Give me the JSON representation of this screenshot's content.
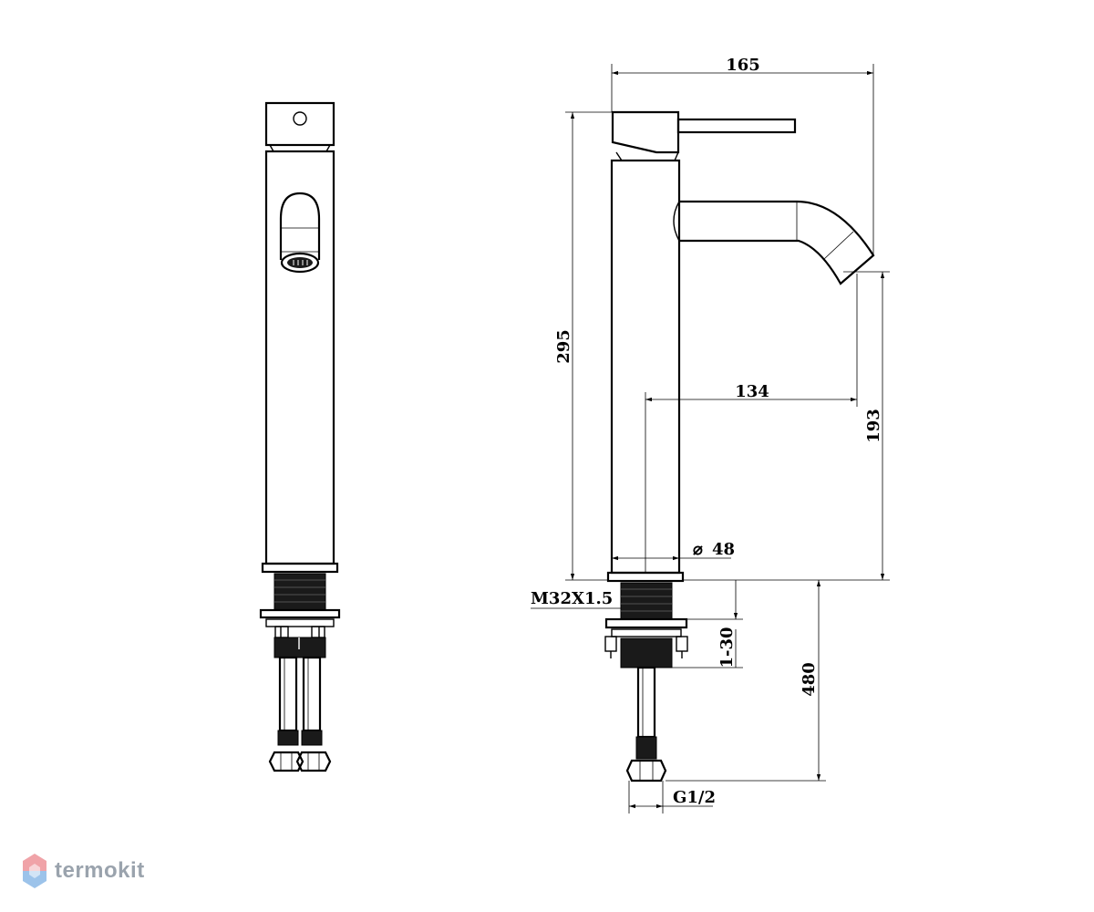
{
  "dimensions": {
    "width_total": "165",
    "height_total": "295",
    "spout_reach": "134",
    "spout_height": "193",
    "diameter": "48",
    "diameter_symbol": "⌀",
    "thread": "M32X1.5",
    "clamp_range": "1-30",
    "hose_length": "480",
    "connection": "G1/2"
  },
  "watermark": {
    "text": "termokit",
    "icon": "hexagon-logo-icon",
    "colors": {
      "top": "#f0a3a8",
      "bottom": "#9cc3ea",
      "text": "#9aa3ad"
    }
  }
}
